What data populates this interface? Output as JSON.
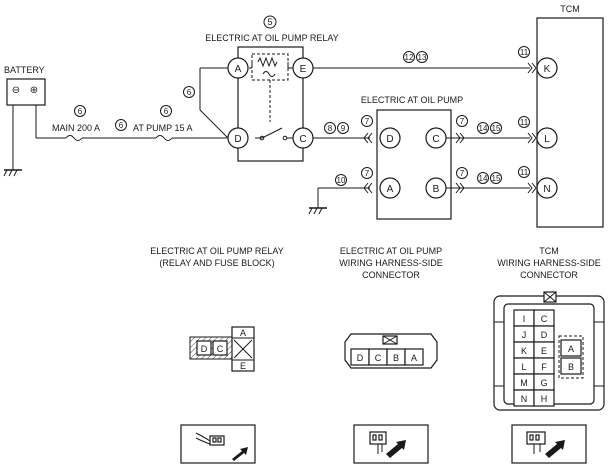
{
  "schematic": {
    "battery_label": "BATTERY",
    "battery_neg": "⊖",
    "battery_pos": "⊕",
    "fuse_main": "MAIN 200 A",
    "fuse_pump": "AT PUMP 15 A",
    "relay_title": "ELECTRIC AT OIL PUMP RELAY",
    "pump_title": "ELECTRIC AT OIL PUMP",
    "tcm_title": "TCM",
    "relay_pins": {
      "a": "A",
      "e": "E",
      "d": "D",
      "c": "C"
    },
    "pump_pins": {
      "d": "D",
      "c": "C",
      "a": "A",
      "b": "B"
    },
    "tcm_pins": {
      "k": "K",
      "l": "L",
      "n": "N"
    },
    "callouts": {
      "c5": "5",
      "c6a": "6",
      "c6b": "6",
      "c6c": "6",
      "c6d": "6",
      "c7a": "7",
      "c7b": "7",
      "c7c": "7",
      "c7d": "7",
      "c8": "8",
      "c9": "9",
      "c10": "10",
      "c11a": "11",
      "c11b": "11",
      "c11c": "11",
      "c12": "12",
      "c13": "13",
      "c14a": "14",
      "c15a": "15",
      "c14b": "14",
      "c15b": "15"
    }
  },
  "connectors": {
    "relay": {
      "title1": "ELECTRIC AT OIL PUMP RELAY",
      "title2": "(RELAY AND FUSE BLOCK)",
      "pins": {
        "d": "D",
        "c": "C",
        "a": "A",
        "e": "E"
      }
    },
    "pump": {
      "title1": "ELECTRIC AT OIL PUMP",
      "title2": "WIRING HARNESS-SIDE",
      "title3": "CONNECTOR",
      "pins": [
        "D",
        "C",
        "B",
        "A"
      ]
    },
    "tcm": {
      "title1": "TCM",
      "title2": "WIRING HARNESS-SIDE",
      "title3": "CONNECTOR",
      "grid": [
        [
          "I",
          "C"
        ],
        [
          "J",
          "D"
        ],
        [
          "K",
          "E"
        ],
        [
          "L",
          "F"
        ],
        [
          "M",
          "G"
        ],
        [
          "N",
          "H"
        ]
      ],
      "side": [
        "A",
        "B"
      ]
    }
  }
}
